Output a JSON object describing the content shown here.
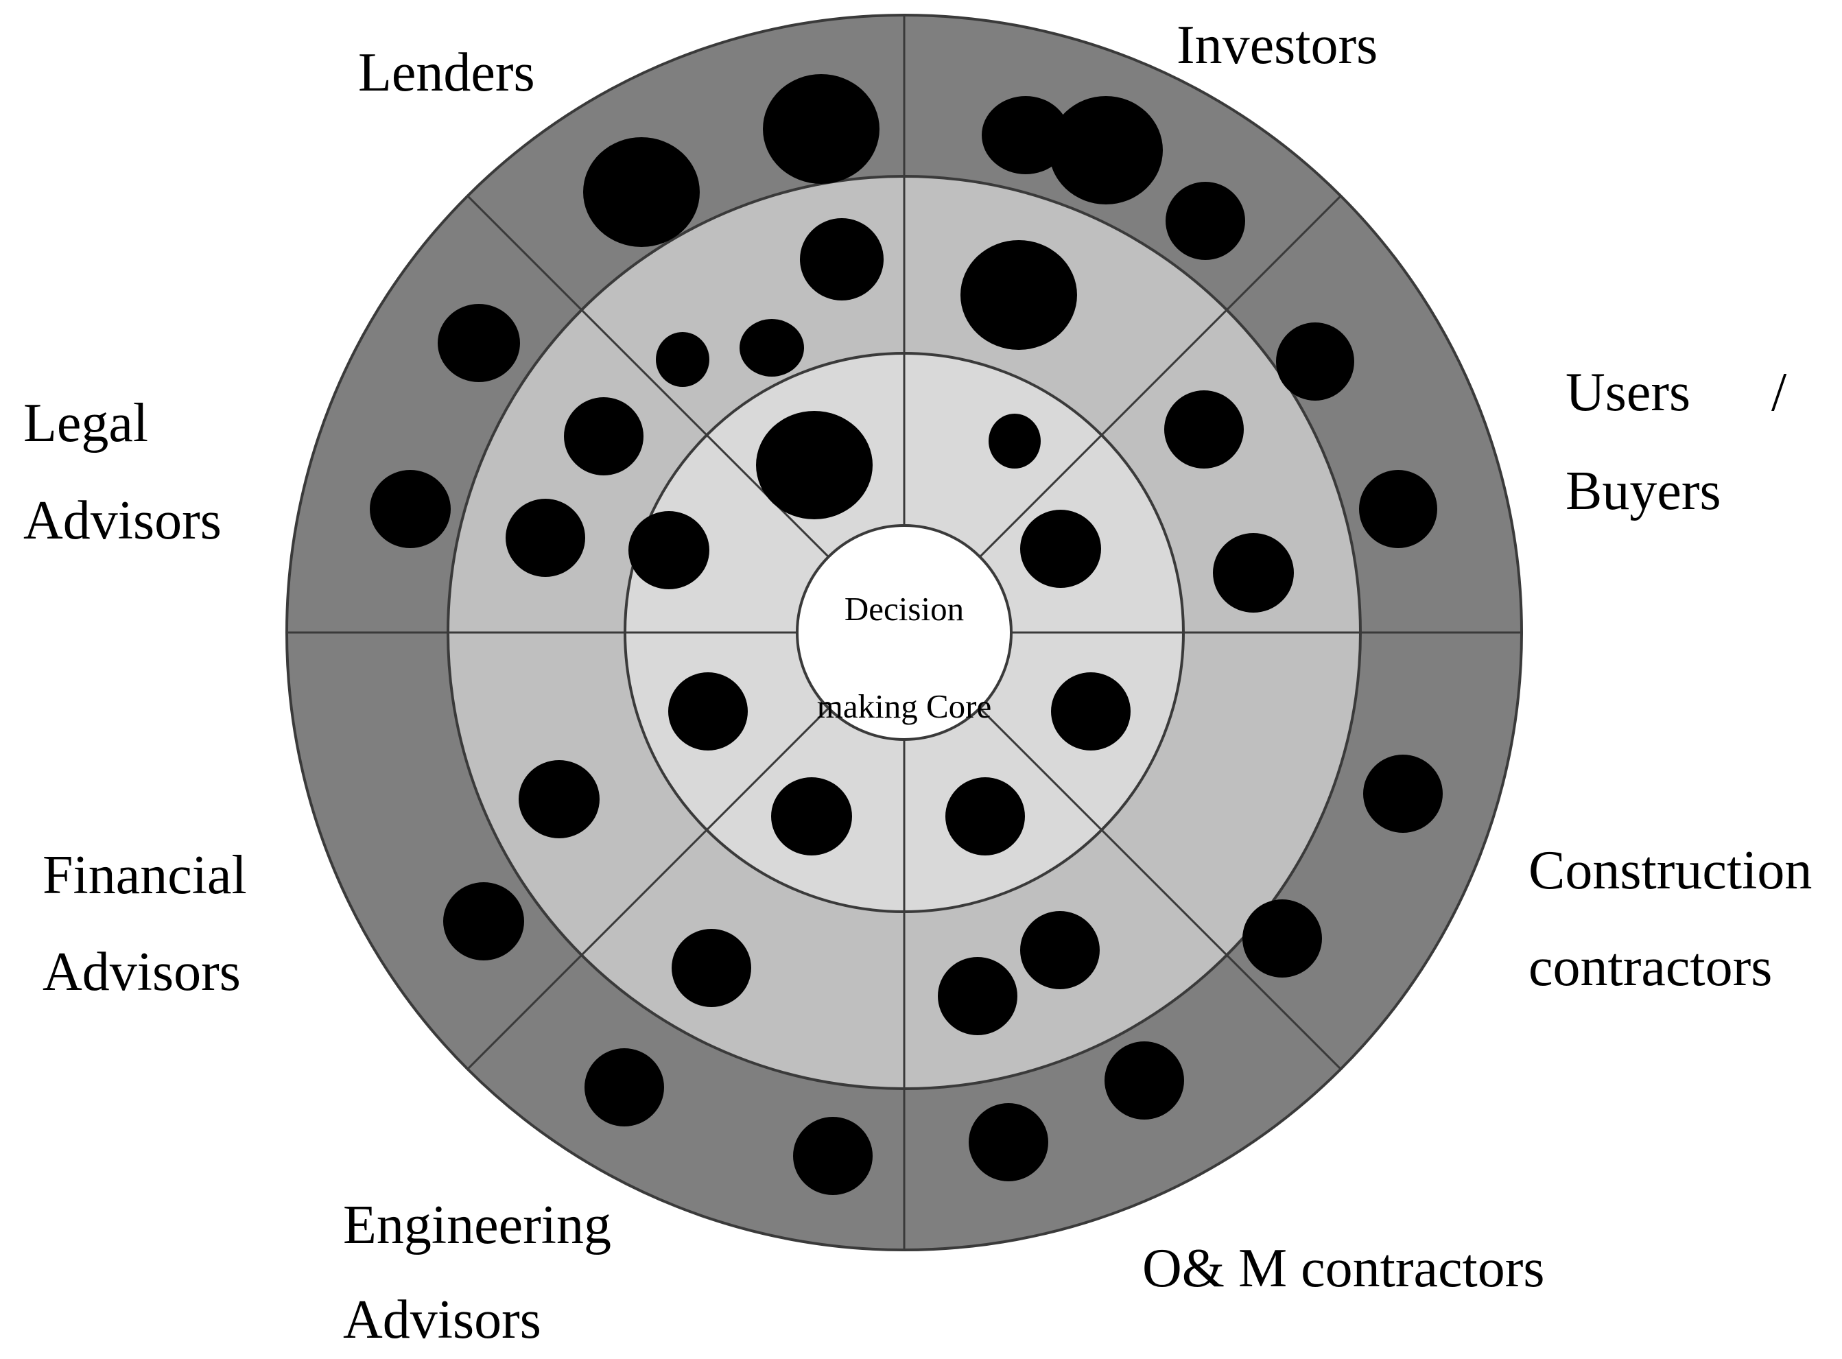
{
  "colors": {
    "outer_ring": "#7f7f7f",
    "middle_ring": "#bfbfbf",
    "inner_ring": "#d9d9d9",
    "core": "#ffffff",
    "stroke": "#3a3a3a",
    "dot": "#000000"
  },
  "core": {
    "line1": "Decision",
    "line2": "making Core"
  },
  "stakeholders": {
    "lenders": "Lenders",
    "investors": "Investors",
    "users_line1": "Users",
    "users_slash": "/",
    "users_line2": "Buyers",
    "legal_line1": "Legal",
    "legal_line2": "Advisors",
    "financial_line1": "Financial",
    "financial_line2": "Advisors",
    "construction_line1": "Construction",
    "construction_line2": "contractors",
    "engineering_line1": "Engineering",
    "engineering_line2": "Advisors",
    "om": "O& M contractors"
  }
}
